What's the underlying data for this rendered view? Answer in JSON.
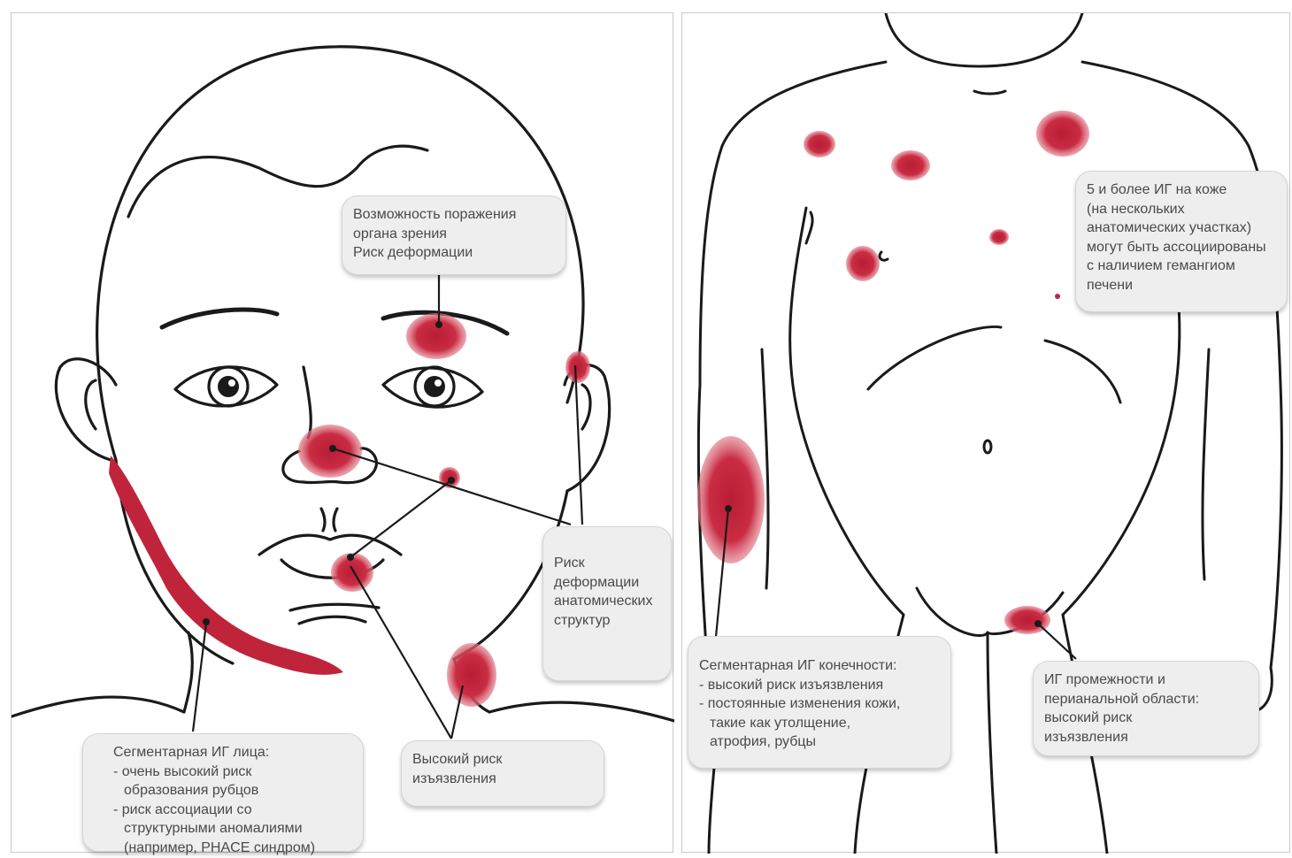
{
  "colors": {
    "lesion": "#c0243a",
    "lesion_light": "#d8475c",
    "outline": "#1a1a1a",
    "callout_bg": "#eeeeee",
    "text": "#4a4a4a"
  },
  "left_panel": {
    "callout_eye": {
      "lines": [
        "Возможность поражения",
        "органа зрения",
        "Риск деформации"
      ]
    },
    "callout_deform": {
      "lines": [
        "Риск",
        "деформации",
        "анатомических",
        "структур"
      ]
    },
    "callout_ulcer": {
      "lines": [
        "Высокий риск",
        "изъязвления"
      ]
    },
    "callout_segment_face": {
      "title": "Сегментарная ИГ лица:",
      "items": [
        [
          "- очень высокий риск",
          "образования рубцов"
        ],
        [
          "- риск ассоциации со",
          "структурными аномалиями",
          "(например, PHACE синдром)"
        ]
      ]
    }
  },
  "right_panel": {
    "callout_multiple": {
      "lines": [
        "5 и более ИГ на коже",
        "(на нескольких",
        "анатомических участках)",
        "могут быть ассоциированы",
        "с наличием гемангиом",
        "печени"
      ]
    },
    "callout_limb": {
      "title": "Сегментарная ИГ конечности:",
      "items": [
        [
          "- высокий риск изъязвления"
        ],
        [
          "- постоянные изменения кожи,",
          "такие как утолщение,",
          "атрофия, рубцы"
        ]
      ]
    },
    "callout_perineal": {
      "lines": [
        "ИГ промежности и",
        "перианальной области:",
        "высокий риск",
        "изъязвления"
      ]
    }
  }
}
